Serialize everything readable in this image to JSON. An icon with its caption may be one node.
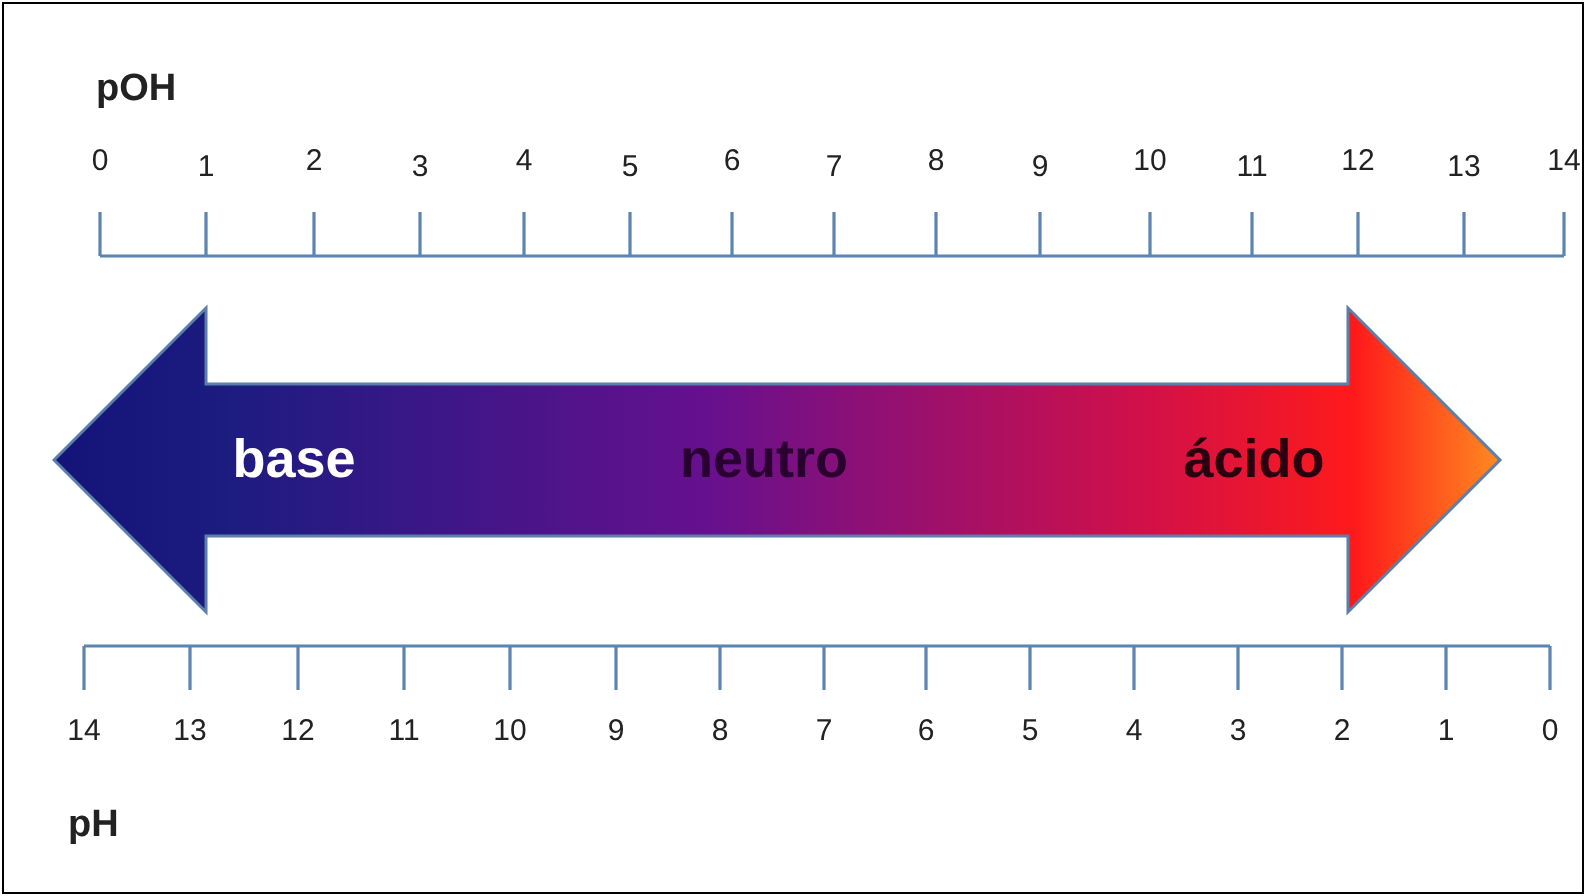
{
  "diagram": {
    "nodes": [
      {
        "text": [
          "base",
          "neutro",
          "ácido"
        ]
      }
    ],
    "edges": [],
    "labels": [
      "pOH",
      "0",
      "1",
      "2",
      "3",
      "4",
      "5",
      "6",
      "7",
      "8",
      "9",
      "10",
      "11",
      "12",
      "13",
      "14",
      "14",
      "13",
      "12",
      "11",
      "10",
      "9",
      "8",
      "7",
      "6",
      "5",
      "4",
      "3",
      "2",
      "1",
      "0",
      "pH"
    ]
  }
}
